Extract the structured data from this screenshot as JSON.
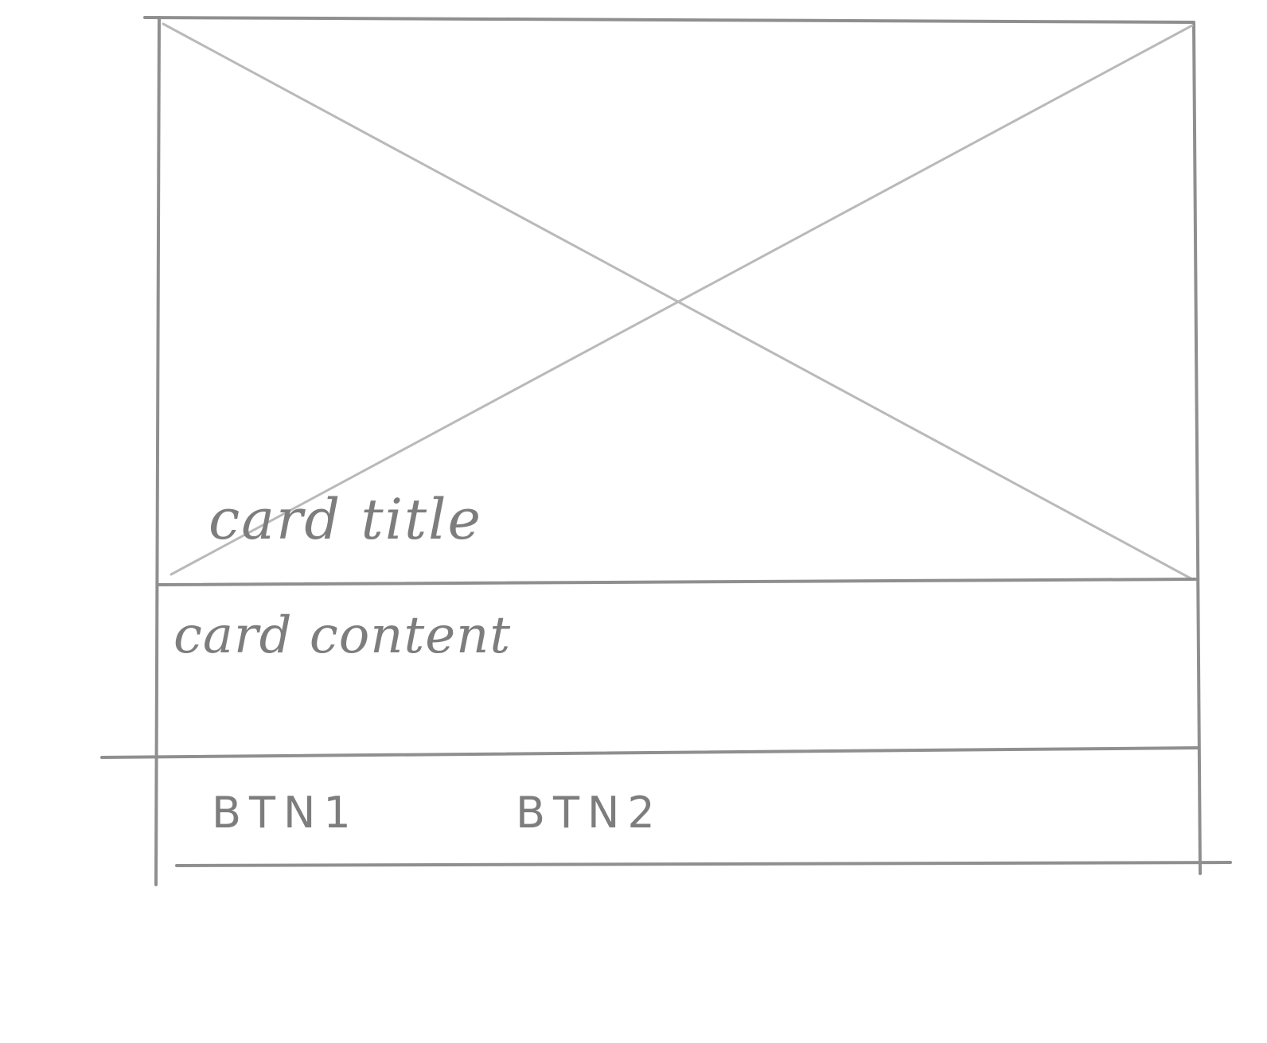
{
  "card": {
    "title": "card title",
    "content": "card content",
    "buttons": [
      {
        "label": "BTN1"
      },
      {
        "label": "BTN2"
      }
    ]
  },
  "media": {
    "icon": "image-placeholder-icon"
  },
  "colors": {
    "pencil": "#8f8f8f",
    "pencil_light": "#b9b9b9",
    "paper": "#ffffff"
  }
}
